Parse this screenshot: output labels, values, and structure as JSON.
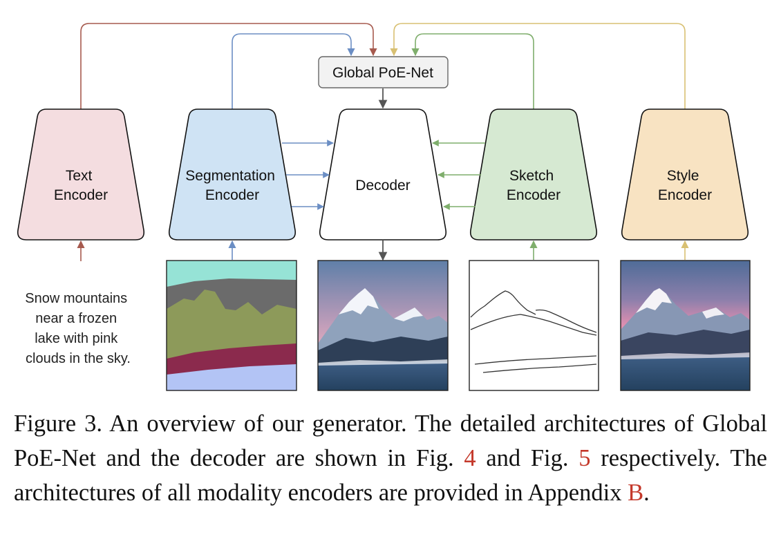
{
  "diagram": {
    "center_box": "Global PoE-Net",
    "encoders": {
      "text": [
        "Text",
        "Encoder"
      ],
      "segmentation": [
        "Segmentation",
        "Encoder"
      ],
      "decoder": [
        "Decoder"
      ],
      "sketch": [
        "Sketch",
        "Encoder"
      ],
      "style": [
        "Style",
        "Encoder"
      ]
    },
    "text_prompt": [
      "Snow mountains",
      "near a frozen",
      "lake with pink",
      "clouds in the sky."
    ],
    "colors": {
      "text_encoder_fill": "#f4dde0",
      "segmentation_encoder_fill": "#cfe3f4",
      "decoder_fill": "#ffffff",
      "sketch_encoder_fill": "#d6e9d2",
      "style_encoder_fill": "#f8e3c2",
      "text_arrow": "#a65a4e",
      "segmentation_arrow": "#6b8ec4",
      "sketch_arrow": "#7fae6c",
      "style_arrow": "#d8c072",
      "decoder_arrow": "#555555"
    }
  },
  "caption": {
    "prefix": "Figure 3.  An overview of our generator.  The detailed architectures of Global PoE-Net and the decoder are shown in Fig. ",
    "ref1": "4",
    "mid": " and Fig. ",
    "ref2": "5",
    "mid2": " respectively. The architectures of all modality encoders are provided in Appendix ",
    "ref3": "B",
    "suffix": "."
  }
}
